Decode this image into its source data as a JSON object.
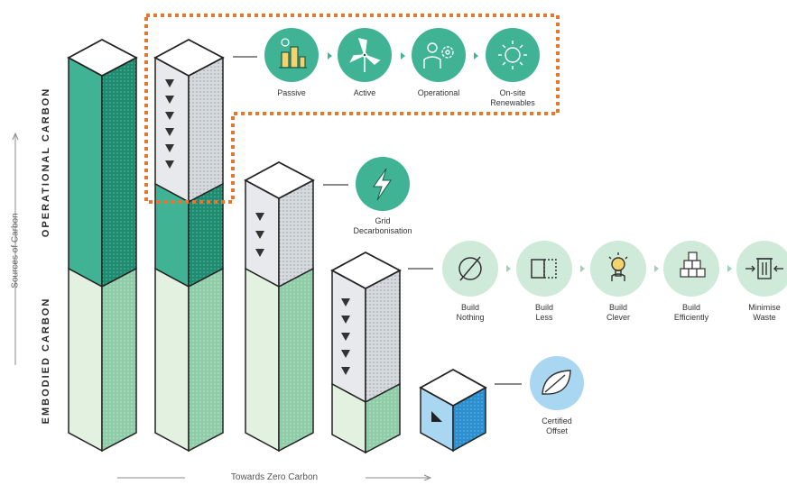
{
  "labels": {
    "operational_carbon": "OPERATIONAL CARBON",
    "embodied_carbon": "EMBODIED CARBON",
    "sources_of_carbon": "Sources of Carbon",
    "towards_zero": "Towards Zero Carbon"
  },
  "operational_steps": [
    {
      "icon": "passive-building-icon",
      "label": "Passive"
    },
    {
      "icon": "wind-turbine-icon",
      "label": "Active"
    },
    {
      "icon": "operator-gear-icon",
      "label": "Operational"
    },
    {
      "icon": "sun-icon",
      "label": "On-site Renewables"
    }
  ],
  "grid_step": {
    "icon": "lightning-icon",
    "label": "Grid Decarbonisation"
  },
  "embodied_steps": [
    {
      "icon": "no-build-icon",
      "label": "Build Nothing"
    },
    {
      "icon": "build-less-icon",
      "label": "Build Less"
    },
    {
      "icon": "lightbulb-icon",
      "label": "Build Clever"
    },
    {
      "icon": "stacked-blocks-icon",
      "label": "Build Efficiently"
    },
    {
      "icon": "minimise-waste-icon",
      "label": "Minimise Waste"
    }
  ],
  "offset_step": {
    "icon": "leaf-icon",
    "label": "Certified Offset"
  },
  "colors": {
    "teal": "#3fb394",
    "teal_dark": "#1f8a70",
    "light_green": "#e3f1e1",
    "mid_green": "#9ed2b1",
    "pale_circle": "#cfead8",
    "offset_blue": "#2b8fcf",
    "offset_light": "#a9d6f0",
    "highlight": "#e8772e",
    "grey_face": "#e7e9ec",
    "grey_dots": "#b9bec4"
  }
}
